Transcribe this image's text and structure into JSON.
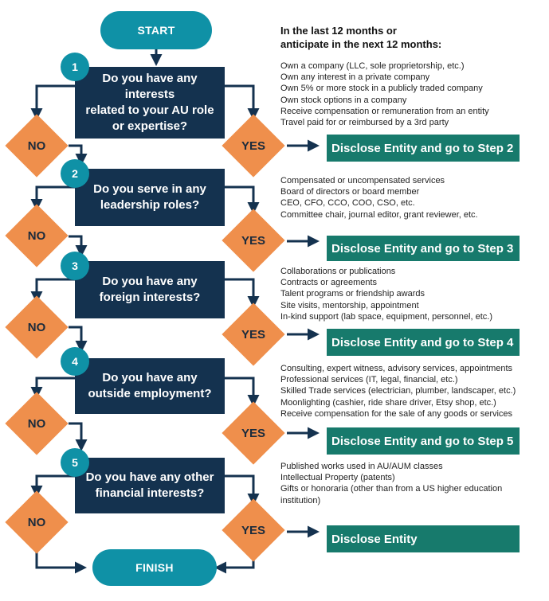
{
  "start_label": "START",
  "finish_label": "FINISH",
  "no_label": "NO",
  "yes_label": "YES",
  "header": {
    "line1": "In the last 12 months or",
    "line2": "anticipate in the next 12 months:"
  },
  "steps": [
    {
      "number": "1",
      "question_lines": [
        "Do you have any interests",
        "related to your AU role",
        "or expertise?"
      ],
      "disclose": "Disclose Entity and go to Step 2",
      "examples": [
        "Own a company (LLC, sole proprietorship, etc.)",
        "Own any interest in a private company",
        "Own 5% or more stock in a publicly traded company",
        "Own stock options in a company",
        "Receive compensation or remuneration from an entity",
        "Travel paid for or reimbursed by a 3rd party"
      ]
    },
    {
      "number": "2",
      "question_lines": [
        "Do you serve in any",
        "leadership roles?"
      ],
      "disclose": "Disclose Entity and go to Step 3",
      "examples": [
        "Compensated or uncompensated services",
        "Board of directors or board member",
        "CEO, CFO, CCO, COO, CSO, etc.",
        "Committee chair, journal editor, grant reviewer, etc."
      ]
    },
    {
      "number": "3",
      "question_lines": [
        "Do you have any",
        "foreign interests?"
      ],
      "disclose": "Disclose Entity and go to Step 4",
      "examples": [
        "Collaborations or publications",
        "Contracts or agreements",
        "Talent programs or friendship awards",
        "Site visits, mentorship, appointment",
        "In-kind support (lab space, equipment, personnel, etc.)"
      ]
    },
    {
      "number": "4",
      "question_lines": [
        "Do you have any",
        "outside employment?"
      ],
      "disclose": "Disclose Entity and go to Step 5",
      "examples": [
        "Consulting, expert witness, advisory services, appointments",
        "Professional services (IT, legal, financial, etc.)",
        "Skilled Trade services (electrician, plumber, landscaper, etc.)",
        "Moonlighting (cashier, ride share driver, Etsy shop, etc.)",
        "Receive compensation for the sale of any goods or services"
      ]
    },
    {
      "number": "5",
      "question_lines": [
        "Do you have any other",
        "financial interests?"
      ],
      "disclose": "Disclose Entity",
      "examples": [
        "Published works used in AU/AUM classes",
        "Intellectual Property (patents)",
        "Gifts or honoraria (other than from a US higher education",
        "institution)"
      ]
    }
  ]
}
